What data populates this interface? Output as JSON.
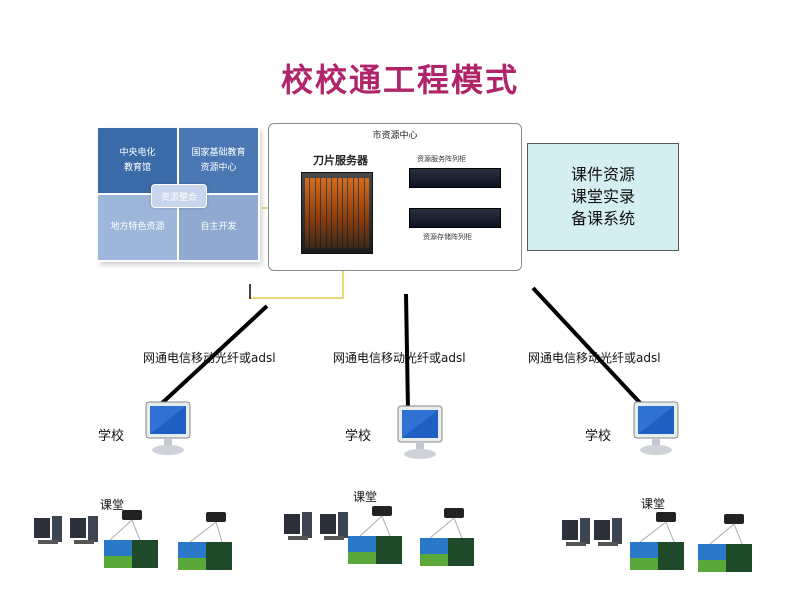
{
  "title": "校校通工程模式",
  "resource_quad": {
    "top_left": "中央电化\n教育馆",
    "top_right": "国家基础教育\n资源中心",
    "bottom_left": "地方特色资源",
    "bottom_right": "自主开发",
    "hub": "资源整合"
  },
  "center": {
    "title": "市资源中心",
    "blade_label": "刀片服务器",
    "rack1_label": "资源服务阵列柜",
    "rack2_label": "资源存储阵列柜"
  },
  "course_box": {
    "line1": "课件资源",
    "line2": "课堂实录",
    "line3": "备课系统"
  },
  "links": [
    {
      "label": "网通电信移动光纤或adsl"
    },
    {
      "label": "网通电信移动光纤或adsl"
    },
    {
      "label": "网通电信移动光纤或adsl"
    }
  ],
  "schools": [
    {
      "label": "学校",
      "classroom": "课堂"
    },
    {
      "label": "学校",
      "classroom": "课堂"
    },
    {
      "label": "学校",
      "classroom": "课堂"
    }
  ]
}
